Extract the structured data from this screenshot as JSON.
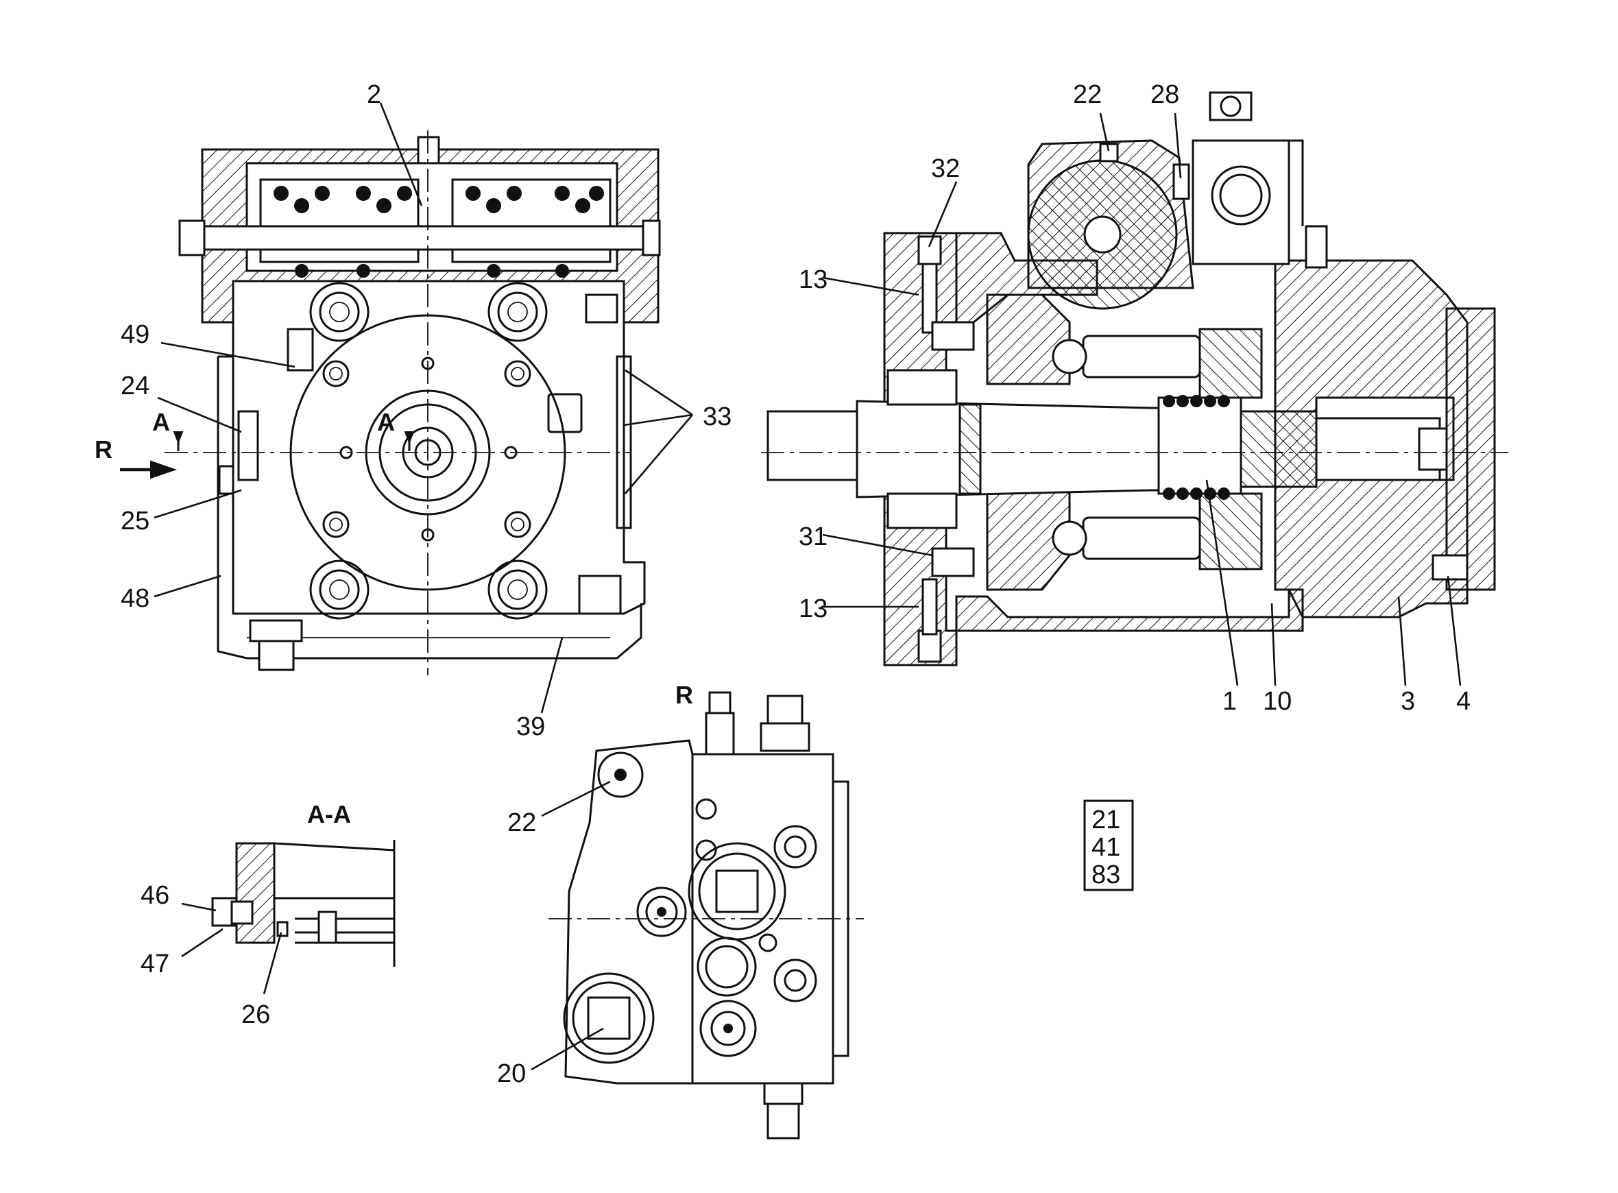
{
  "callouts": {
    "c1": "1",
    "c2": "2",
    "c3": "3",
    "c4": "4",
    "c10": "10",
    "c13a": "13",
    "c13b": "13",
    "c20": "20",
    "c22a": "22",
    "c22b": "22",
    "c24": "24",
    "c25": "25",
    "c26": "26",
    "c28": "28",
    "c31": "31",
    "c32": "32",
    "c33": "33",
    "c39": "39",
    "c46": "46",
    "c47": "47",
    "c48": "48",
    "c49": "49"
  },
  "markers": {
    "r_left": "R",
    "r_bottom": "R",
    "a_left": "A",
    "a_center": "A",
    "section_title": "A-A"
  },
  "part_box": [
    "21",
    "41",
    "83"
  ]
}
